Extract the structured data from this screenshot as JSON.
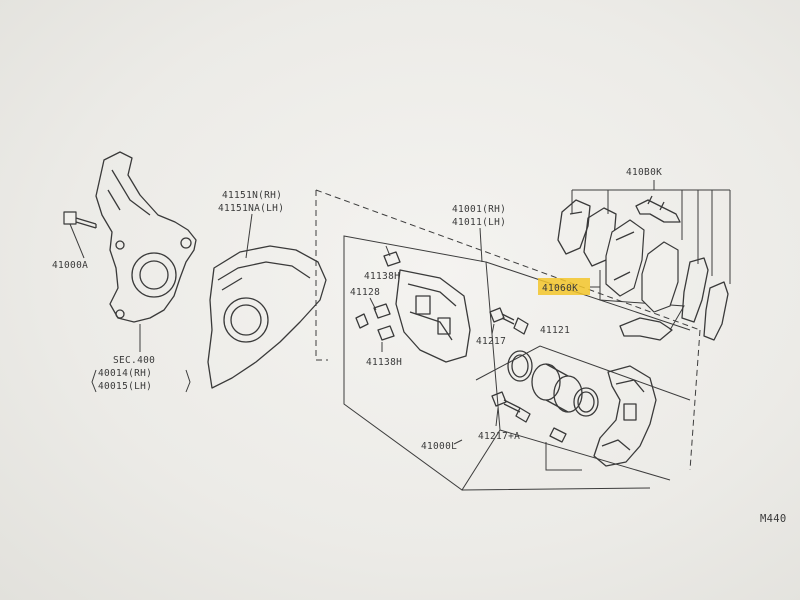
{
  "diagram": {
    "labels": {
      "knuckle_bolt": "41000A",
      "sec_ref": "SEC.400",
      "knuckle_rh": "40014(RH)",
      "knuckle_lh": "40015(LH)",
      "shield_rh": "41151N(RH)",
      "shield_lh": "41151NA(LH)",
      "caliper_assy_rh": "41001(RH)",
      "caliper_assy_lh": "41011(LH)",
      "bleeder_top": "41138H",
      "bleeder_cap": "41128",
      "bleeder_bottom": "41138H",
      "guide_pin": "41217",
      "piston_kit": "41121",
      "guide_pin_a": "41217+A",
      "caliper_body": "41000L",
      "pad_kit": "410B0K",
      "pad_set": "41060K"
    },
    "highlight_color": "#f3c52a",
    "page_code": "M440"
  }
}
